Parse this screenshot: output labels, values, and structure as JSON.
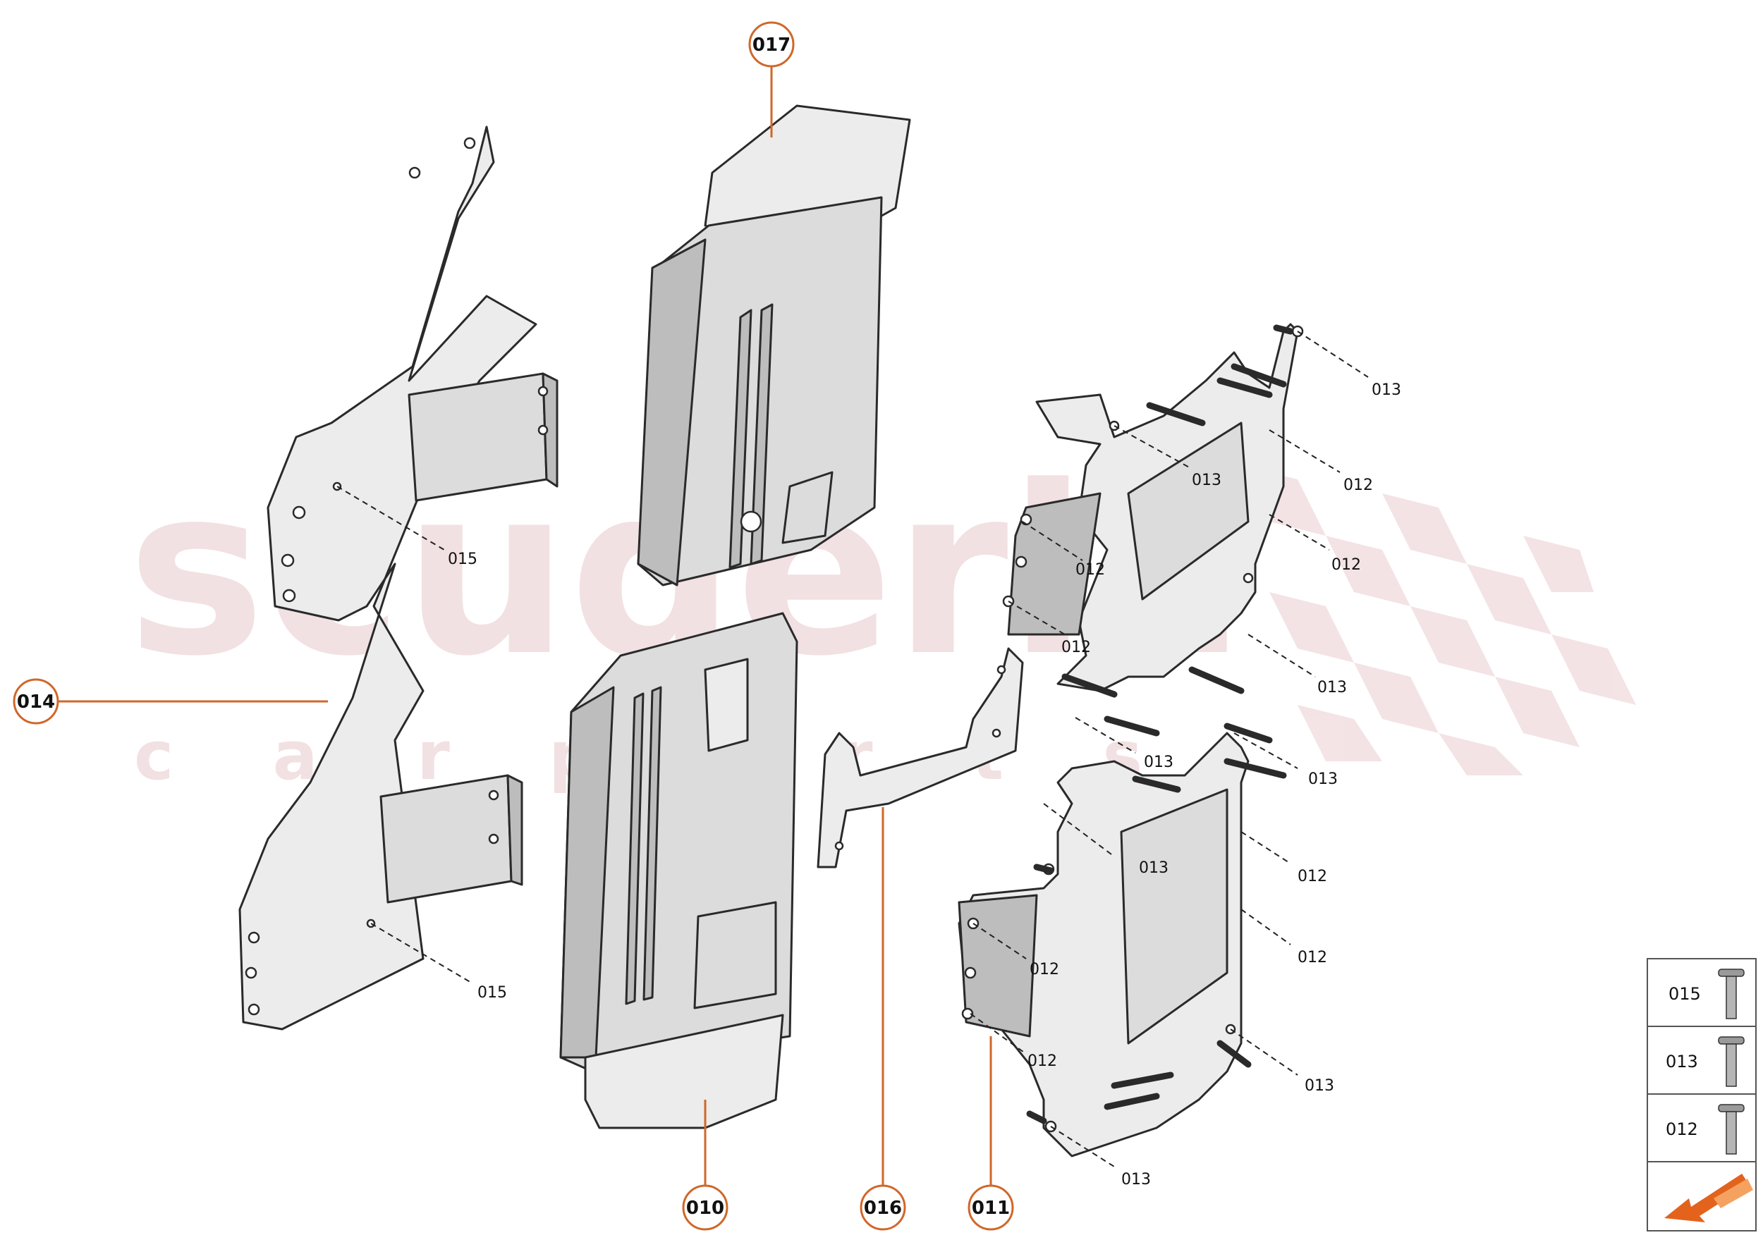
{
  "watermark": {
    "main": "scuderia",
    "sub": "c a r   p a r t s"
  },
  "callouts": [
    {
      "id": "c017",
      "label": "017"
    },
    {
      "id": "c014",
      "label": "014"
    },
    {
      "id": "c010",
      "label": "010"
    },
    {
      "id": "c016",
      "label": "016"
    },
    {
      "id": "c011",
      "label": "011"
    }
  ],
  "refs": [
    {
      "label": "013"
    },
    {
      "label": "012"
    },
    {
      "label": "013"
    },
    {
      "label": "012"
    },
    {
      "label": "012"
    },
    {
      "label": "012"
    },
    {
      "label": "013"
    },
    {
      "label": "013"
    },
    {
      "label": "013"
    },
    {
      "label": "013"
    },
    {
      "label": "012"
    },
    {
      "label": "012"
    },
    {
      "label": "012"
    },
    {
      "label": "012"
    },
    {
      "label": "013"
    },
    {
      "label": "013"
    },
    {
      "label": "015"
    },
    {
      "label": "015"
    }
  ],
  "legend": [
    {
      "label": "015",
      "icon": "screw-icon"
    },
    {
      "label": "013",
      "icon": "screw-icon"
    },
    {
      "label": "012",
      "icon": "screw-icon"
    }
  ],
  "nav_icon": "orientation-arrow-icon",
  "colors": {
    "callout_ring": "#d0672a",
    "watermark": "#e9c9cc",
    "arrow": "#e3631d"
  }
}
